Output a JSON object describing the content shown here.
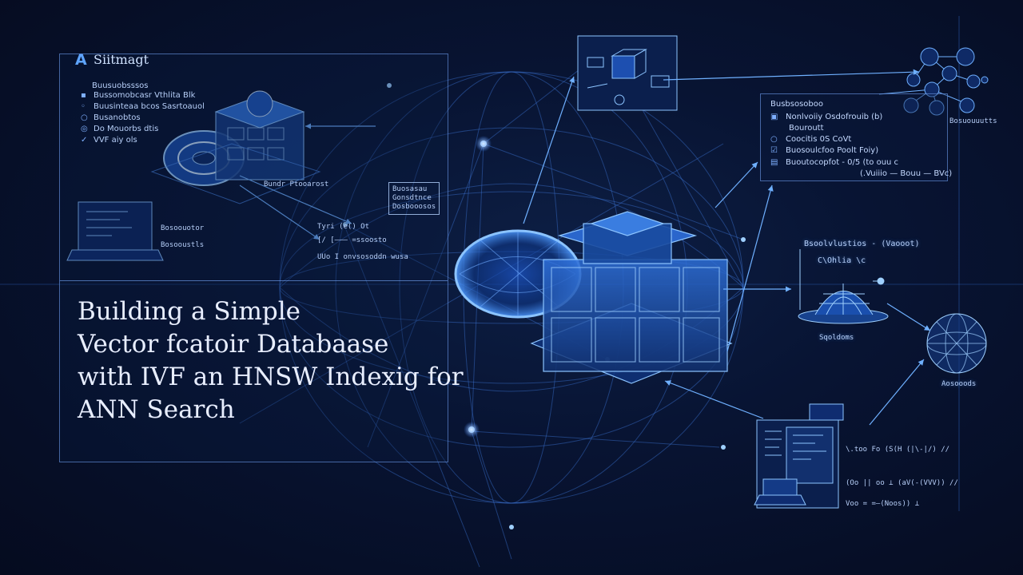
{
  "colors": {
    "accent": "#5ea4ff",
    "background": "#050b1f",
    "line": "#4f8ff0"
  },
  "header": {
    "logo_glyph": "A",
    "logo_text": "Siitmagt"
  },
  "left_menu": {
    "heading": "Buusuobsssos",
    "items": [
      {
        "icon": "list-icon",
        "glyph": "▪",
        "label": "Bussomobcasr Vthlita Blk"
      },
      {
        "icon": "gear-icon",
        "glyph": "◦",
        "label": "Buusinteaa bcos Sasrtoauol"
      },
      {
        "icon": "circle-icon",
        "glyph": "○",
        "label": "Busanobtos"
      },
      {
        "icon": "check-icon",
        "glyph": "◎",
        "label": "Do Mouorbs dtis"
      },
      {
        "icon": "check-icon",
        "glyph": "✓",
        "label": "VVF aiy ols"
      }
    ]
  },
  "laptop_labels": [
    "Bosoouotor",
    "Bosooustls"
  ],
  "callouts": {
    "arrow_label": "Bundr Ptooarost",
    "box_label": [
      "Buosasau",
      "Gonsdtnce",
      "Dosbooosos"
    ],
    "formula_a": "Tyri (e() Ot",
    "formula_b": "[/ [——— =ssoosto",
    "formula_c": "UUo I onvsosoddn wusa"
  },
  "title": {
    "line1": "Building a Simple",
    "line2": "Vector fcatoir Databaase",
    "line3": "with IVF an HNSW Indexig for",
    "line4": "ANN Search"
  },
  "right_list": {
    "heading": "Busbsosoboo",
    "items": [
      {
        "icon": "checkbox-icon",
        "glyph": "▣",
        "label": "Nonlvoiiy Osdofrouib (b)"
      },
      {
        "icon": "radio-icon",
        "glyph": "○",
        "label": "Bouroutt"
      },
      {
        "icon": "radio-icon",
        "glyph": "○",
        "label": "Coocitis 0S CoVt"
      },
      {
        "icon": "checkbox-icon",
        "glyph": "☑",
        "label": "Buosoulcfoo Poolt Foiy)"
      },
      {
        "icon": "checkbox-icon",
        "glyph": "▤",
        "label": "Buoutocopfot  - 0/5 (to ouu c"
      },
      {
        "icon": "none",
        "glyph": "",
        "label": "(.Vuiiio — Bouu — BVc)"
      }
    ]
  },
  "network_label": "Bosuouuutts",
  "dome_panel": {
    "title": "Bsoolvlustios - (Vaooot)",
    "subtitle": "C\\Ohlia \\c",
    "caption": "Sqoldoms"
  },
  "sphere_caption": "Aosooods",
  "bottom_formulas": [
    "\\.too Fo (S(H (|\\-|/) //",
    "(Oo || oo ⊥ (aV(-(VVV)) //",
    "Voo = =—(Noos)) ⊥"
  ]
}
